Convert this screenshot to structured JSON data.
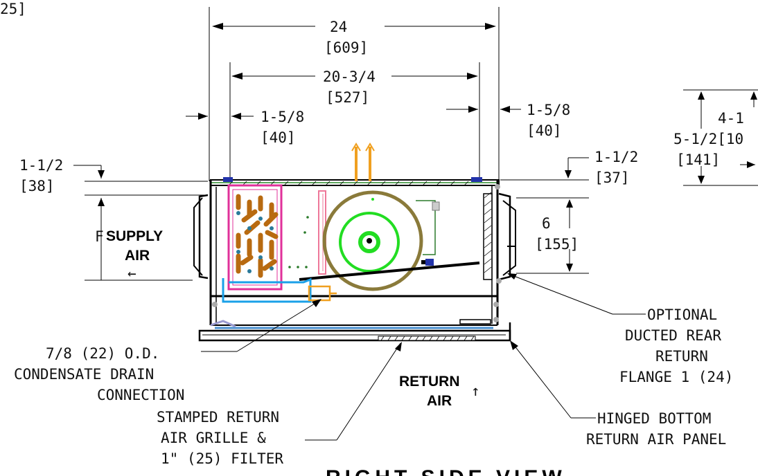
{
  "dimensions": {
    "top_left_partial": "25]",
    "overall_width": "24",
    "overall_width_mm": "[609]",
    "inner_width": "20-3/4",
    "inner_width_mm": "[527]",
    "left_offset": "1-5/8",
    "left_offset_mm": "[40]",
    "right_offset": "1-5/8",
    "right_offset_mm": "[40]",
    "left_top_flange": "1-1/2",
    "left_top_flange_mm": "[38]",
    "right_top_flange": "1-1/2",
    "right_top_flange_mm": "[37]",
    "supply_marker": "F",
    "rear_opening": "6",
    "rear_opening_mm": "[155]",
    "far_right_a": "4-1",
    "far_right_b": "5-1/2[10",
    "far_right_b_mm": "[141]"
  },
  "labels": {
    "supply_air_1": "SUPPLY",
    "supply_air_2": "AIR",
    "supply_arrow": "←",
    "return_air_1": "RETURN",
    "return_air_2": "AIR",
    "return_arrow": "↑"
  },
  "callouts": {
    "condensate": [
      "7/8 (22) O.D.",
      "CONDENSATE DRAIN",
      "CONNECTION"
    ],
    "grille": [
      "STAMPED RETURN",
      "AIR GRILLE &",
      "1\" (25) FILTER"
    ],
    "optional_flange": [
      "OPTIONAL",
      "DUCTED REAR",
      "RETURN",
      "FLANGE 1 (24)"
    ],
    "hinged_panel": [
      "HINGED BOTTOM",
      "RETURN AIR PANEL"
    ]
  },
  "view_title": "RIGHT SIDE VIEW",
  "colors": {
    "coil_frame": "#e0309a",
    "coil_tubes": "#b86a10",
    "blower_ring": "#8a7a3a",
    "blower_wheel": "#22dd22",
    "drain_pan": "#1aa0e8",
    "drain_fitting": "#f0a020",
    "filter_rail": "#4a90d0",
    "board": "#2a7a2a",
    "pipe": "#f0a020"
  }
}
